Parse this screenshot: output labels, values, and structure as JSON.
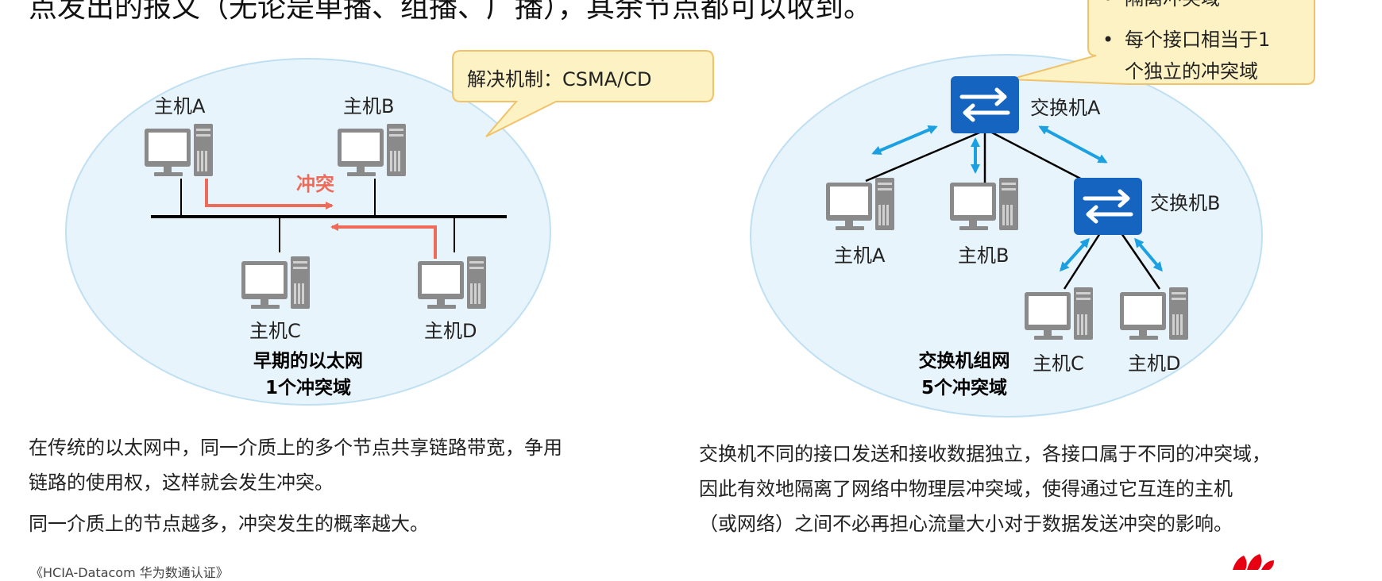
{
  "header": {
    "text": "点发出的报文（无论是单播、组播、广播），其余节点都可以收到。"
  },
  "left_diagram": {
    "callout": "解决机制：CSMA/CD",
    "collision_label": "冲突",
    "hosts": [
      "主机A",
      "主机B",
      "主机C",
      "主机D"
    ],
    "caption_line1": "早期的以太网",
    "caption_line2": "1个冲突域"
  },
  "right_diagram": {
    "callout_bullets": [
      "隔离冲突域",
      "每个接口相当于1",
      "个独立的冲突域"
    ],
    "switch_a": "交换机A",
    "switch_b": "交换机B",
    "hosts": [
      "主机A",
      "主机B",
      "主机C",
      "主机D"
    ],
    "caption_line1": "交换机组网",
    "caption_line2": "5个冲突域"
  },
  "left_text": {
    "p1_line1": "在传统的以太网中，同一介质上的多个节点共享链路带宽，争用",
    "p1_line2": "链路的使用权，这样就会发生冲突。",
    "p2": "同一介质上的节点越多，冲突发生的概率越大。"
  },
  "right_text": {
    "line1": "交换机不同的接口发送和接收数据独立，各接口属于不同的冲突域，",
    "line2": "因此有效地隔离了网络中物理层冲突域，使得通过它互连的主机",
    "line3": "（或网络）之间不必再担心流量大小对于数据发送冲突的影响。"
  },
  "footer": {
    "text": "《HCIA-Datacom 华为数通认证》"
  },
  "colors": {
    "ellipse_fill": "#e8f4fb",
    "ellipse_stroke": "#bfe0f2",
    "callout_fill": "#fdf2c3",
    "callout_stroke": "#f0c36a",
    "collision_arrow": "#ee6b5a",
    "switch_blue": "#1565c0",
    "link_arrow": "#1ba1e2",
    "computer_gray": "#8a8a8a",
    "logo_red": "#e60012"
  }
}
